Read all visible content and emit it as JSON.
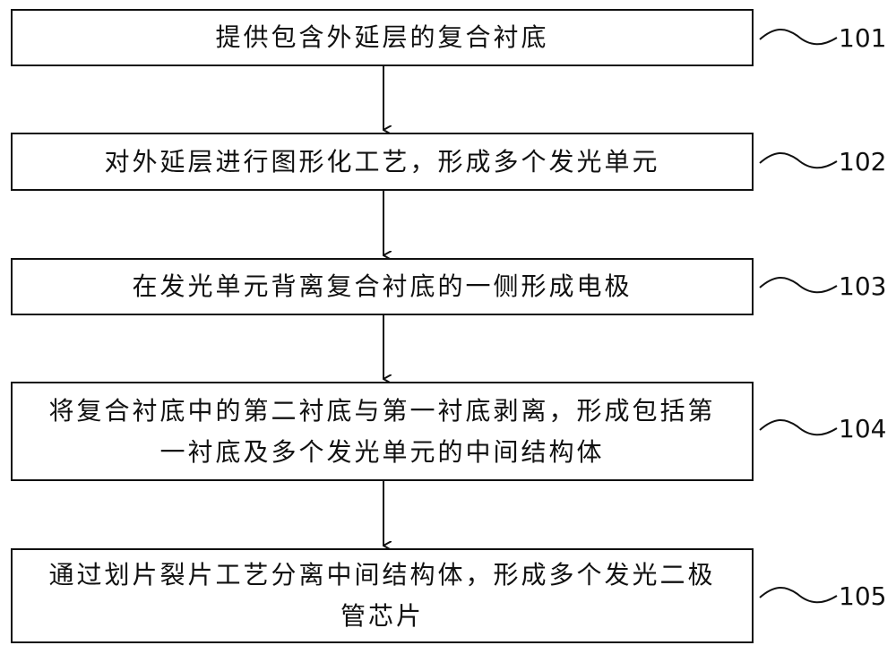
{
  "steps": [
    {
      "id": "101",
      "text": "提供包含外延层的复合衬底"
    },
    {
      "id": "102",
      "text": "对外延层进行图形化工艺，形成多个发光单元"
    },
    {
      "id": "103",
      "text": "在发光单元背离复合衬底的一侧形成电极"
    },
    {
      "id": "104",
      "text": "将复合衬底中的第二衬底与第一衬底剥离，形成包括第一衬底及多个发光单元的中间结构体"
    },
    {
      "id": "105",
      "text": "通过划片裂片工艺分离中间结构体，形成多个发光二极管芯片"
    }
  ]
}
